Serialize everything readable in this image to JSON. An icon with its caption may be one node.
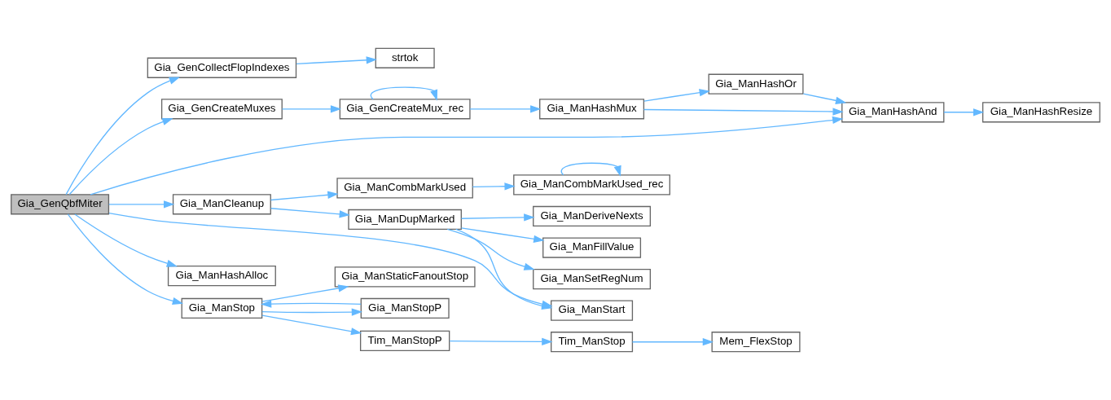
{
  "diagram": {
    "nodes": [
      {
        "text": [
          "Gia_GenQbfMiter"
        ]
      },
      {
        "text": [
          "Gia_GenCollectFlopIndexes"
        ]
      },
      {
        "text": [
          "strtok"
        ]
      },
      {
        "text": [
          "Gia_GenCreateMuxes"
        ]
      },
      {
        "text": [
          "Gia_GenCreateMux_rec"
        ]
      },
      {
        "text": [
          "Gia_ManHashMux"
        ]
      },
      {
        "text": [
          "Gia_ManHashOr"
        ]
      },
      {
        "text": [
          "Gia_ManHashAnd"
        ]
      },
      {
        "text": [
          "Gia_ManHashResize"
        ]
      },
      {
        "text": [
          "Gia_ManCleanup"
        ]
      },
      {
        "text": [
          "Gia_ManCombMarkUsed"
        ]
      },
      {
        "text": [
          "Gia_ManCombMarkUsed_rec"
        ]
      },
      {
        "text": [
          "Gia_ManDupMarked"
        ]
      },
      {
        "text": [
          "Gia_ManDeriveNexts"
        ]
      },
      {
        "text": [
          "Gia_ManFillValue"
        ]
      },
      {
        "text": [
          "Gia_ManSetRegNum"
        ]
      },
      {
        "text": [
          "Gia_ManStart"
        ]
      },
      {
        "text": [
          "Gia_ManHashAlloc"
        ]
      },
      {
        "text": [
          "Gia_ManStaticFanoutStop"
        ]
      },
      {
        "text": [
          "Gia_ManStop"
        ]
      },
      {
        "text": [
          "Gia_ManStopP"
        ]
      },
      {
        "text": [
          "Tim_ManStopP"
        ]
      },
      {
        "text": [
          "Tim_ManStop"
        ]
      },
      {
        "text": [
          "Mem_FlexStop"
        ]
      }
    ],
    "edges": [
      {
        "from": 0,
        "to": 1,
        "arrow": "to"
      },
      {
        "from": 1,
        "to": 2,
        "arrow": "to"
      },
      {
        "from": 0,
        "to": 3,
        "arrow": "to"
      },
      {
        "from": 3,
        "to": 4,
        "arrow": "to"
      },
      {
        "from": 4,
        "to": 4,
        "arrow": "to"
      },
      {
        "from": 4,
        "to": 5,
        "arrow": "to"
      },
      {
        "from": 5,
        "to": 6,
        "arrow": "to"
      },
      {
        "from": 5,
        "to": 7,
        "arrow": "to"
      },
      {
        "from": 6,
        "to": 7,
        "arrow": "to"
      },
      {
        "from": 7,
        "to": 8,
        "arrow": "to"
      },
      {
        "from": 0,
        "to": 7,
        "arrow": "to"
      },
      {
        "from": 0,
        "to": 9,
        "arrow": "to"
      },
      {
        "from": 9,
        "to": 10,
        "arrow": "to"
      },
      {
        "from": 10,
        "to": 11,
        "arrow": "to"
      },
      {
        "from": 11,
        "to": 11,
        "arrow": "to"
      },
      {
        "from": 9,
        "to": 12,
        "arrow": "to"
      },
      {
        "from": 12,
        "to": 13,
        "arrow": "to"
      },
      {
        "from": 12,
        "to": 14,
        "arrow": "to"
      },
      {
        "from": 12,
        "to": 15,
        "arrow": "to"
      },
      {
        "from": 12,
        "to": 16,
        "arrow": "to"
      },
      {
        "from": 0,
        "to": 16,
        "arrow": "to"
      },
      {
        "from": 0,
        "to": 17,
        "arrow": "to"
      },
      {
        "from": 0,
        "to": 19,
        "arrow": "to"
      },
      {
        "from": 19,
        "to": 18,
        "arrow": "to"
      },
      {
        "from": 19,
        "to": 20,
        "arrow": "to"
      },
      {
        "from": 20,
        "to": 19,
        "arrow": "to"
      },
      {
        "from": 19,
        "to": 21,
        "arrow": "to"
      },
      {
        "from": 21,
        "to": 22,
        "arrow": "to"
      },
      {
        "from": 22,
        "to": 23,
        "arrow": "to"
      }
    ]
  }
}
